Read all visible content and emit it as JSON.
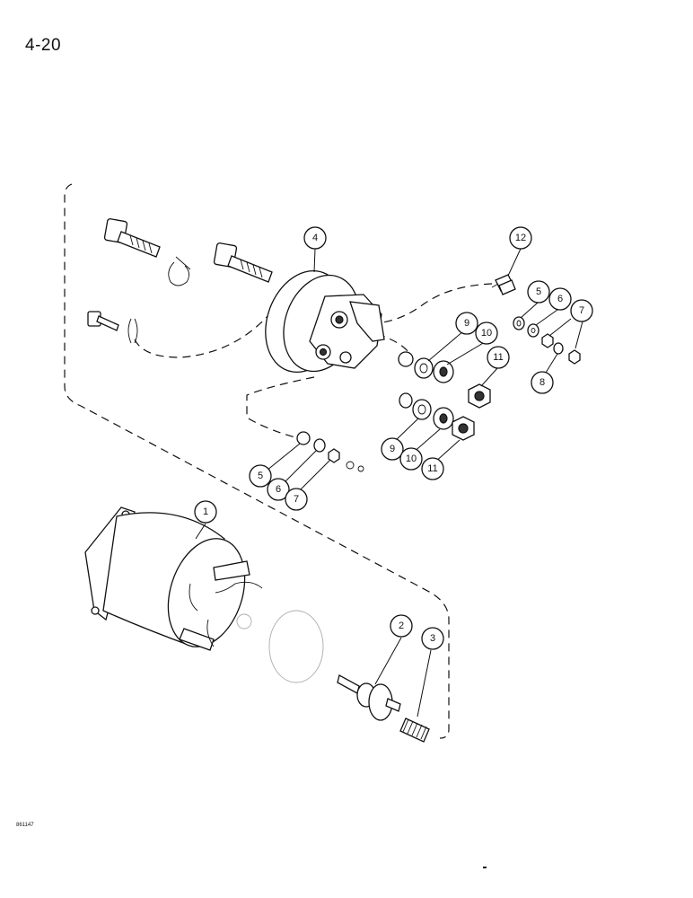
{
  "page": {
    "number": "4-20",
    "figure_code": "861147"
  },
  "callouts": [
    {
      "id": "c1",
      "label": "1"
    },
    {
      "id": "c2",
      "label": "2"
    },
    {
      "id": "c3",
      "label": "3"
    },
    {
      "id": "c4",
      "label": "4"
    },
    {
      "id": "c5a",
      "label": "5"
    },
    {
      "id": "c5b",
      "label": "5"
    },
    {
      "id": "c6a",
      "label": "6"
    },
    {
      "id": "c6b",
      "label": "6"
    },
    {
      "id": "c7a",
      "label": "7"
    },
    {
      "id": "c7b",
      "label": "7"
    },
    {
      "id": "c8",
      "label": "8"
    },
    {
      "id": "c9a",
      "label": "9"
    },
    {
      "id": "c9b",
      "label": "9"
    },
    {
      "id": "c10a",
      "label": "10"
    },
    {
      "id": "c10b",
      "label": "10"
    },
    {
      "id": "c11a",
      "label": "11"
    },
    {
      "id": "c11b",
      "label": "11"
    },
    {
      "id": "c12",
      "label": "12"
    }
  ]
}
